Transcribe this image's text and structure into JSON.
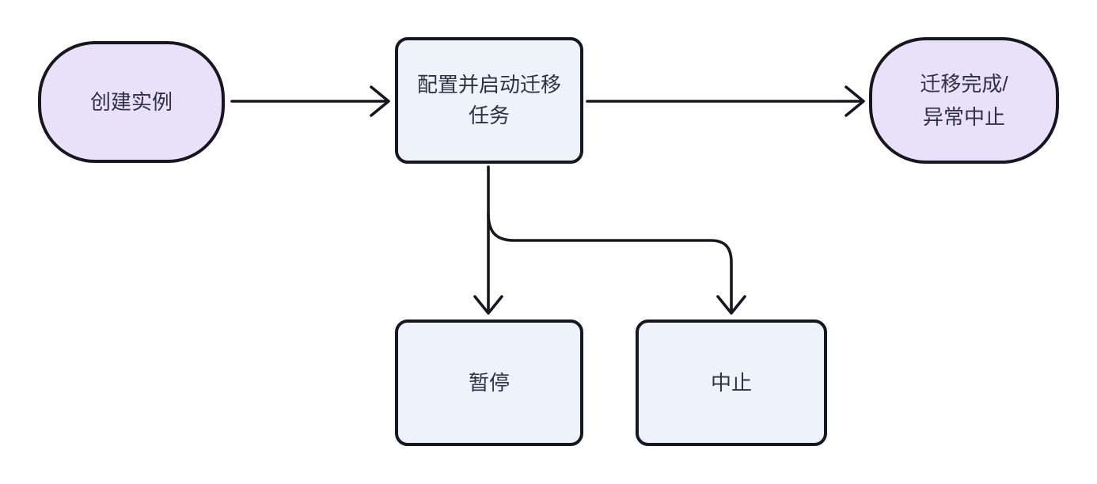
{
  "diagram": {
    "type": "flowchart",
    "colors": {
      "background": "#ffffff",
      "stroke": "#17171f",
      "text": "#303045",
      "terminal_fill": "#e8e1f9",
      "process_fill": "#edf2fb"
    },
    "nodes": {
      "create_instance": {
        "shape": "stadium",
        "label": "创建实例"
      },
      "configure_migration": {
        "shape": "rounded-rect",
        "line1": "配置并启动迁移",
        "line2": "任务"
      },
      "migration_complete": {
        "shape": "stadium",
        "line1": "迁移完成/",
        "line2": "异常中止"
      },
      "pause": {
        "shape": "rounded-rect",
        "label": "暂停"
      },
      "abort": {
        "shape": "rounded-rect",
        "label": "中止"
      }
    },
    "edges": [
      {
        "from": "create_instance",
        "to": "configure_migration",
        "style": "straight-arrow"
      },
      {
        "from": "configure_migration",
        "to": "migration_complete",
        "style": "straight-arrow"
      },
      {
        "from": "configure_migration",
        "to": "pause",
        "style": "straight-arrow"
      },
      {
        "from": "configure_migration",
        "to": "abort",
        "style": "elbow-arrow"
      }
    ]
  }
}
